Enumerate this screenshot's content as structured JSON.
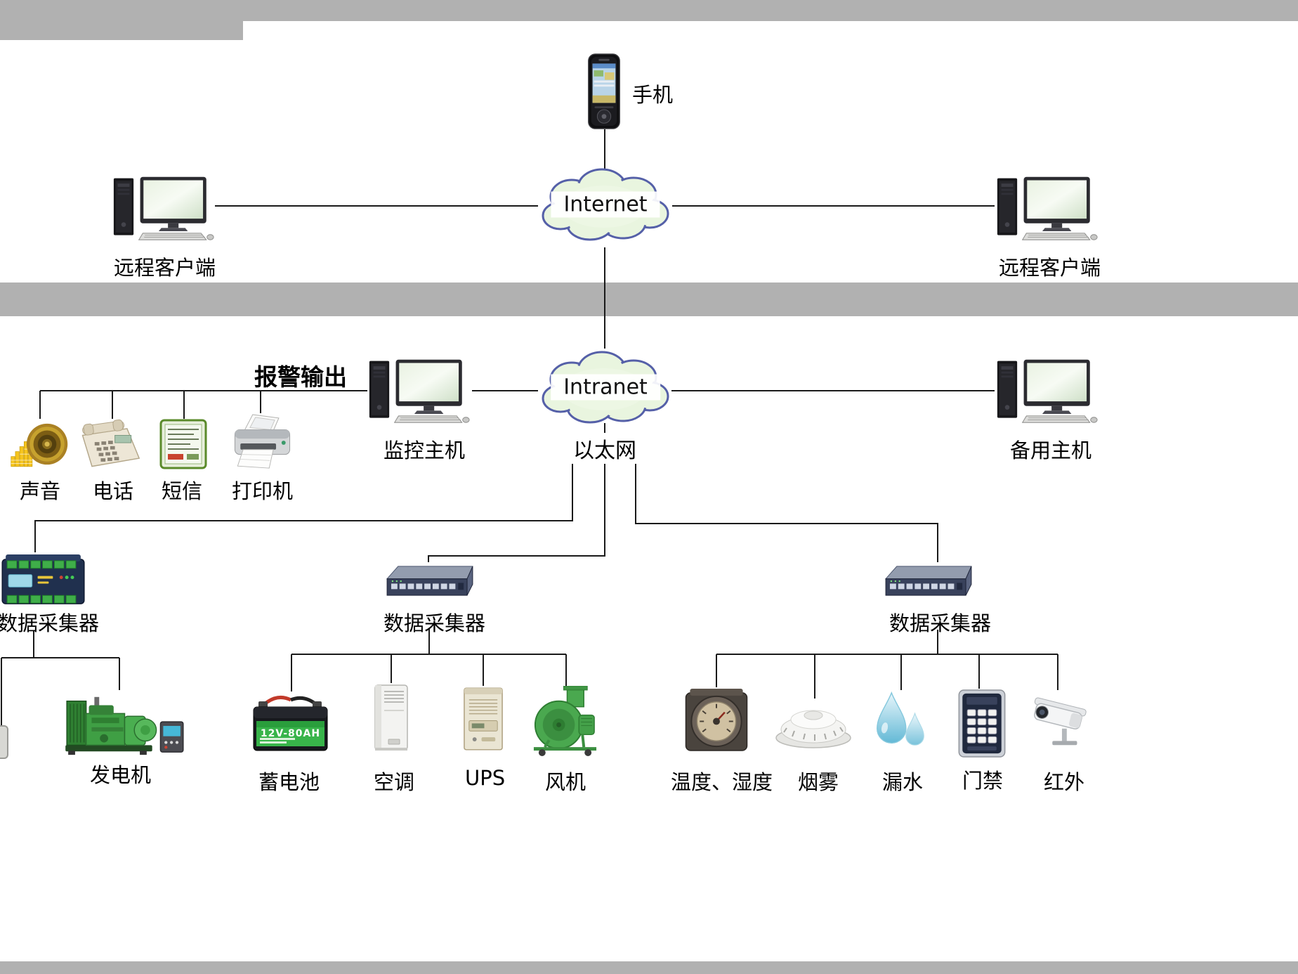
{
  "colors": {
    "background": "#ffffff",
    "band_gray": "#b1b1b1",
    "line_black": "#1a1a1a",
    "cloud_border": "#5560a8",
    "cloud_fill": "#e9f5df"
  },
  "top_section": {
    "phone_label": "手机",
    "internet_label": "Internet",
    "remote_client_left_label": "远程客户端",
    "remote_client_right_label": "远程客户端"
  },
  "middle_section": {
    "intranet_label": "Intranet",
    "ethernet_label": "以太网",
    "monitor_host_label": "监控主机",
    "backup_host_label": "备用主机",
    "alarm_output_title": "报警输出",
    "sound_label": "声音",
    "telephone_label": "电话",
    "sms_label": "短信",
    "printer_label": "打印机"
  },
  "bottom_section": {
    "collector_left_label": "数据采集器",
    "collector_center_label": "数据采集器",
    "collector_right_label": "数据采集器",
    "generator_label": "发电机",
    "battery_label": "蓄电池",
    "battery_marking": "12V-80AH",
    "ac_label": "空调",
    "ups_label": "UPS",
    "fan_label": "风机",
    "temp_humidity_label": "温度、湿度",
    "smoke_label": "烟雾",
    "water_leak_label": "漏水",
    "access_label": "门禁",
    "infrared_label": "红外"
  }
}
